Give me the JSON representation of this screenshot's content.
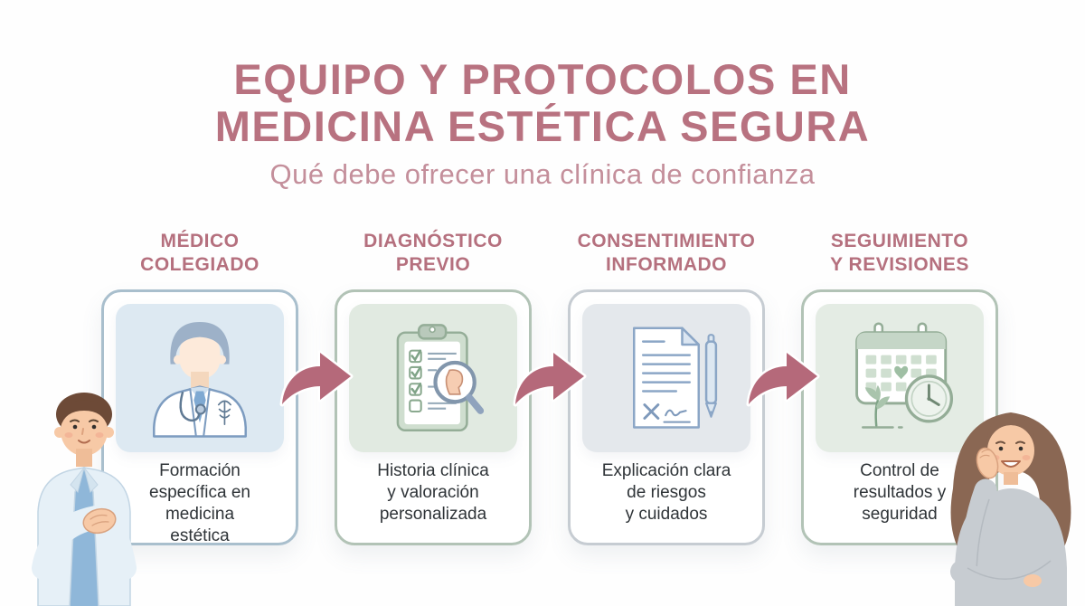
{
  "header": {
    "title": "EQUIPO Y PROTOCOLOS EN\nMEDICINA ESTÉTICA SEGURA",
    "subtitle": "Qué debe ofrecer una clínica de confianza"
  },
  "steps": [
    {
      "heading": "MÉDICO\nCOLEGIADO",
      "icon": "doctor-icon",
      "description": "Formación\nespecífica en\nmedicina\nestética",
      "accent_border": "#a9bfcd",
      "icon_bg": "#dde9f2"
    },
    {
      "heading": "DIAGNÓSTICO\nPREVIO",
      "icon": "clipboard-checklist-icon",
      "description": "Historia clínica\ny valoración\npersonalizada",
      "accent_border": "#b2c3b6",
      "icon_bg": "#e1eae1"
    },
    {
      "heading": "CONSENTIMIENTO\nINFORMADO",
      "icon": "consent-document-icon",
      "description": "Explicación clara\nde riesgos\ny cuidados",
      "accent_border": "#c6ccd2",
      "icon_bg": "#e4e8ec"
    },
    {
      "heading": "SEGUIMIENTO\nY REVISIONES",
      "icon": "calendar-clock-icon",
      "description": "Control de\nresultados y\nseguridad",
      "accent_border": "#b2c3b6",
      "icon_bg": "#e4ece4"
    }
  ],
  "colors": {
    "title": "#b87280",
    "subtitle": "#c48f9b",
    "step_heading": "#b5707e",
    "arrow": "#b5697a",
    "card_text": "#2f3438",
    "background": "#fefefe"
  },
  "illustrations": {
    "left": "doctor-illustration",
    "right": "patient-illustration"
  }
}
